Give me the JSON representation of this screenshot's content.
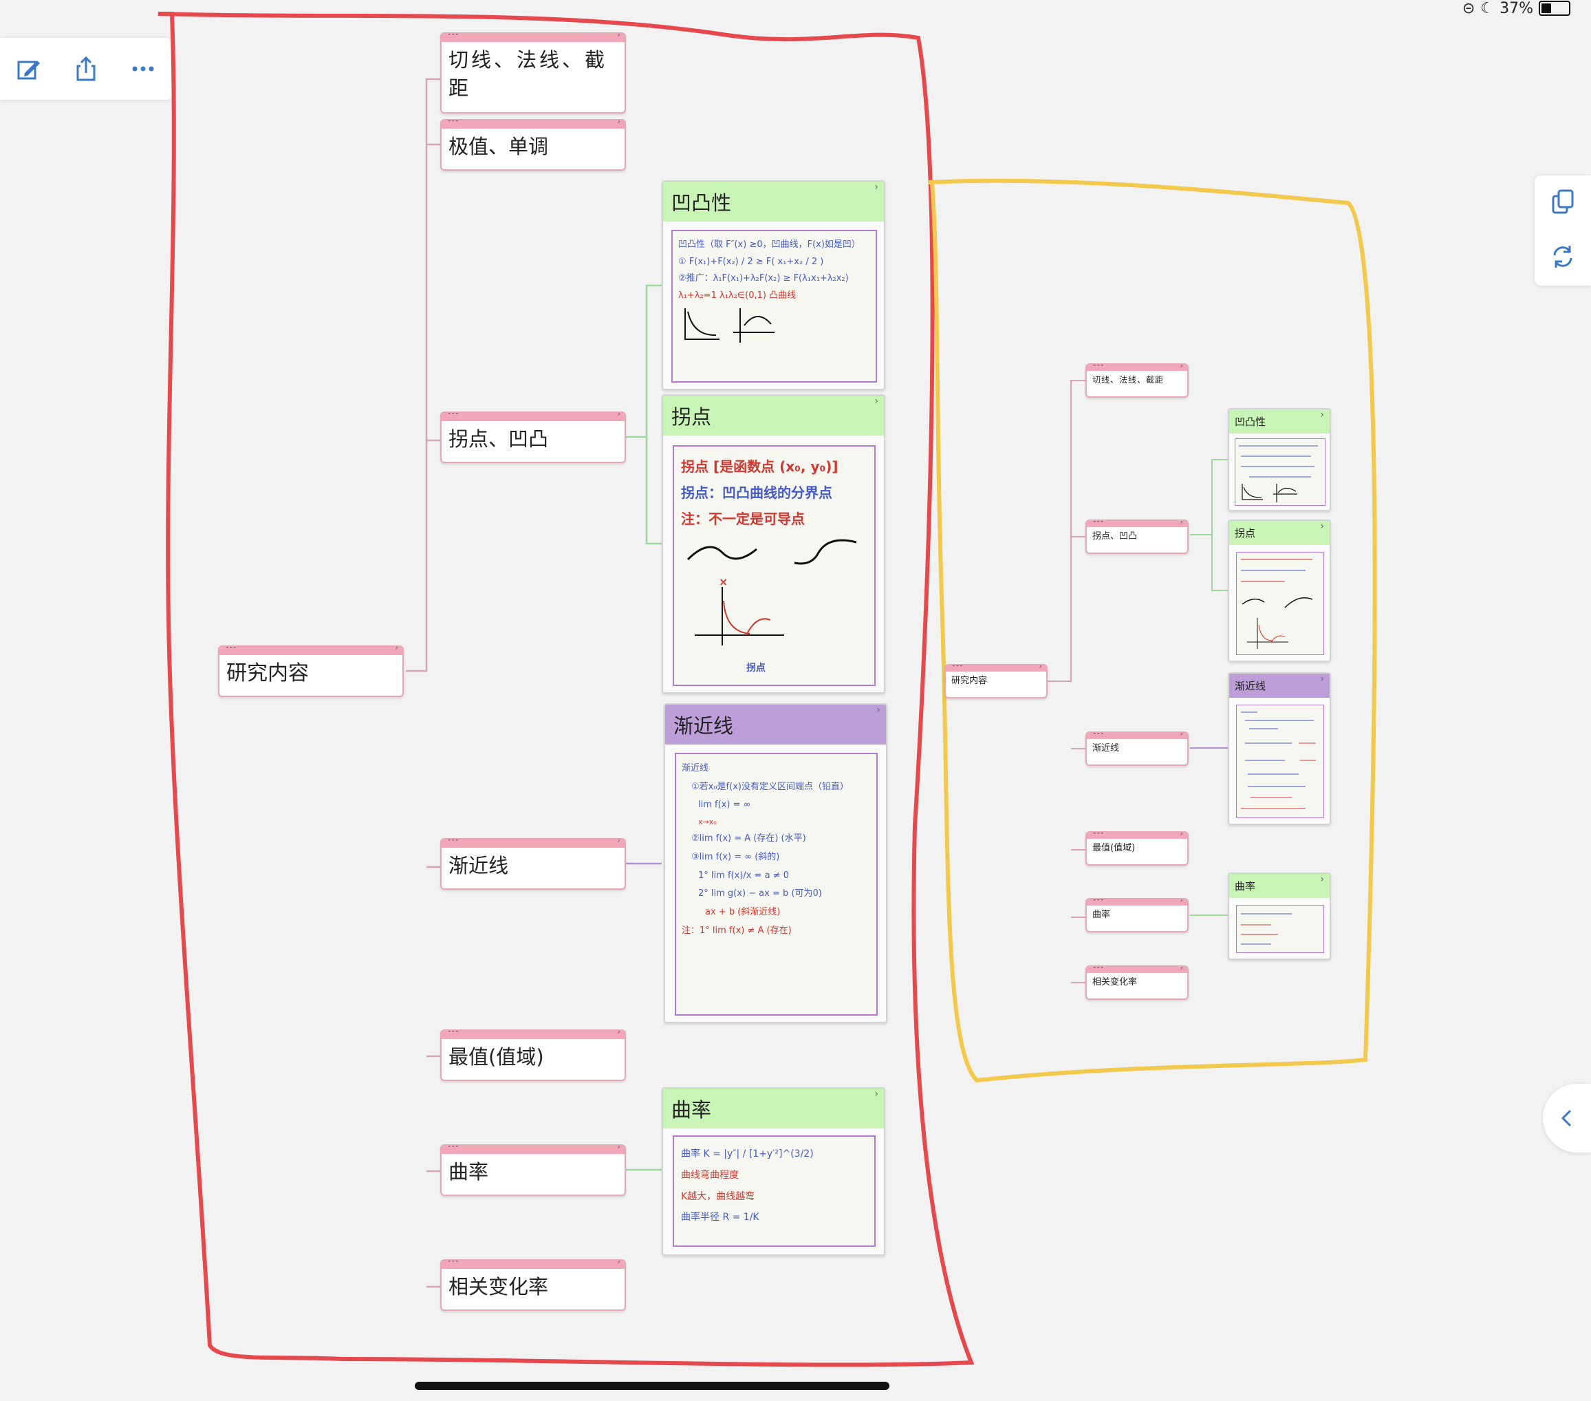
{
  "status_bar": {
    "battery": "37%",
    "battery_level": 0.37
  },
  "toolbar": {
    "icons": [
      "edit-icon",
      "share-icon",
      "more-icon"
    ]
  },
  "right_panel": {
    "icons": [
      "copy-icon",
      "refresh-icon"
    ]
  },
  "large_map": {
    "root": "研究内容",
    "branches": [
      "切线、法线、截距",
      "极值、单调",
      "拐点、凹凸",
      "渐近线",
      "最值(值域)",
      "曲率",
      "相关变化率"
    ],
    "cards": {
      "concavity": {
        "title": "凹凸性",
        "lines": [
          "凹凸性（取 F″(x) ≥0，凹曲线，F(x)如是凹）",
          "① F(x₁)+F(x₂) / 2 ≥ F( x₁+x₂ / 2 )",
          "②推广：λ₁F(x₁)+λ₂F(x₂) ≥ F(λ₁x₁+λ₂x₂)",
          "λ₁+λ₂=1   λ₁λ₂∈(0,1) 凸曲线"
        ]
      },
      "inflection": {
        "title": "拐点",
        "lines": [
          "拐点 [是函数点 (x₀, y₀)]",
          "拐点：凹凸曲线的分界点",
          "注：不一定是可导点",
          "拐点"
        ]
      },
      "asymptote": {
        "title": "渐近线",
        "lines": [
          "渐近线",
          "①若x₀是f(x)没有定义区间端点（铅直）",
          "lim f(x) = ∞",
          "x→x₀",
          "②lim f(x) = A (存在)  (水平)",
          "③lim f(x) = ∞  (斜的)",
          "1° lim f(x)/x = a ≠ 0",
          "2° lim g(x) − ax = b (可为0)",
          "ax + b (斜渐近线)",
          "注：1° lim f(x) ≠ A (存在)"
        ]
      },
      "curvature": {
        "title": "曲率",
        "lines": [
          "曲率  K = |y″| / [1+y′²]^(3/2)",
          "曲线弯曲程度",
          "K越大，曲线越弯",
          "曲率半径  R = 1/K"
        ]
      }
    }
  },
  "small_map": {
    "root": "研究内容",
    "branches": [
      "切线、法线、截距",
      "拐点、凹凸",
      "渐近线",
      "最值(值域)",
      "曲率",
      "相关变化率"
    ],
    "cards": [
      "凹凸性",
      "拐点",
      "渐近线",
      "曲率"
    ]
  },
  "colors": {
    "red_outline": "#e5484d",
    "yellow_outline": "#f2c94c",
    "pink_header": "#f1a6ba",
    "green_header": "#c8f5b6",
    "purple_header": "#bd9ed9"
  }
}
